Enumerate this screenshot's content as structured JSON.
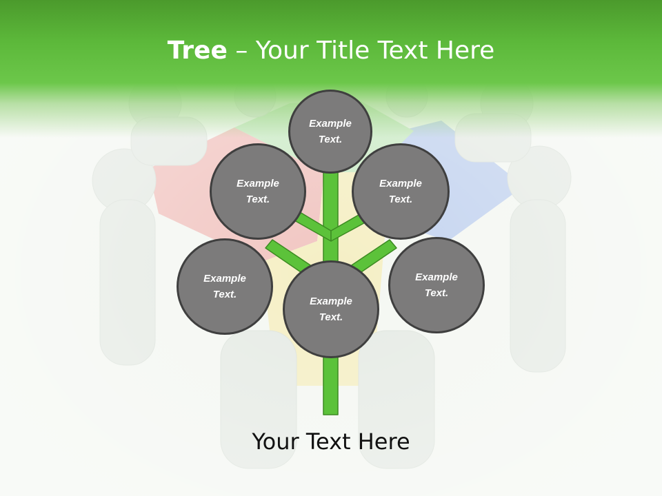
{
  "slide": {
    "title_bold": "Tree",
    "title_rest": " – Your Title Text Here",
    "footer_text": "Your Text Here"
  },
  "nodes": [
    {
      "id": "top",
      "label": "Example\nText."
    },
    {
      "id": "upper-left",
      "label": "Example\nText."
    },
    {
      "id": "upper-right",
      "label": "Example\nText."
    },
    {
      "id": "lower-left",
      "label": "Example\nText."
    },
    {
      "id": "center",
      "label": "Example\nText."
    },
    {
      "id": "lower-right",
      "label": "Example\nText."
    }
  ],
  "colors": {
    "header_green": "#5cb83a",
    "branch_green": "#5cc23a",
    "node_fill": "#7c7b7b",
    "node_border": "#3f3f3f"
  }
}
